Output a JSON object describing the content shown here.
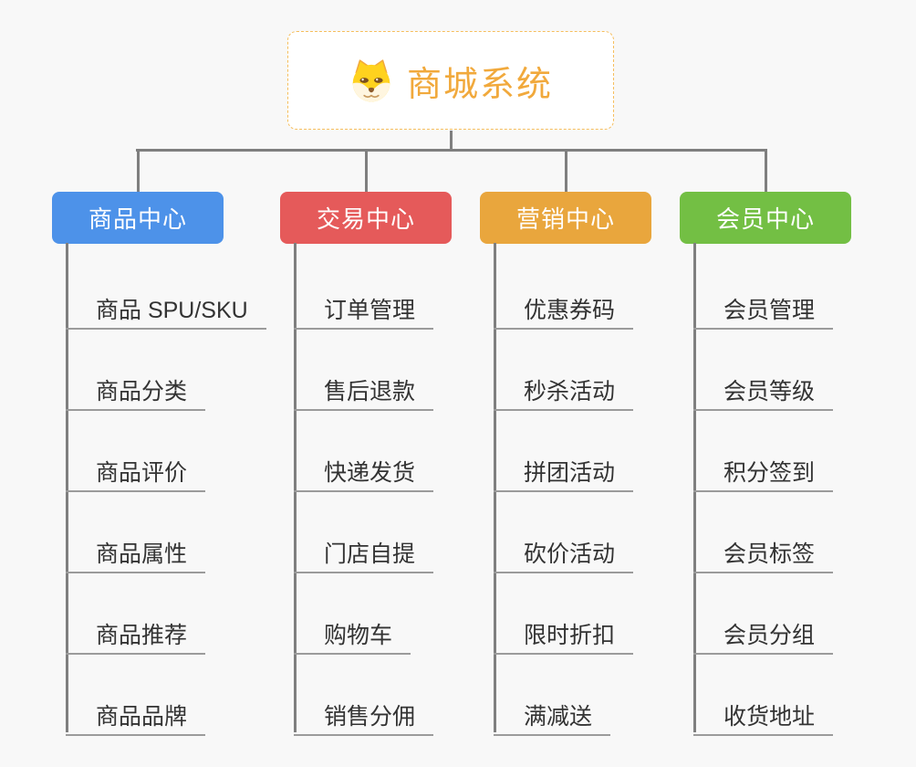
{
  "root": {
    "title": "商城系统",
    "icon": "dog-face-icon",
    "text_color": "#F1A93C",
    "border_color": "#F6BE5D"
  },
  "connector_color": "#7F7F7F",
  "underline_color": "#9B9B9B",
  "item_text_color": "#333333",
  "background_color": "#F8F8F8",
  "branches": [
    {
      "label": "商品中心",
      "color": "#4D92E9",
      "items": [
        "商品 SPU/SKU",
        "商品分类",
        "商品评价",
        "商品属性",
        "商品推荐",
        "商品品牌"
      ]
    },
    {
      "label": "交易中心",
      "color": "#E55A5A",
      "items": [
        "订单管理",
        "售后退款",
        "快递发货",
        "门店自提",
        "购物车",
        "销售分佣"
      ]
    },
    {
      "label": "营销中心",
      "color": "#E9A63D",
      "items": [
        "优惠券码",
        "秒杀活动",
        "拼团活动",
        "砍价活动",
        "限时折扣",
        "满减送"
      ]
    },
    {
      "label": "会员中心",
      "color": "#73BF44",
      "items": [
        "会员管理",
        "会员等级",
        "积分签到",
        "会员标签",
        "会员分组",
        "收货地址"
      ]
    }
  ]
}
